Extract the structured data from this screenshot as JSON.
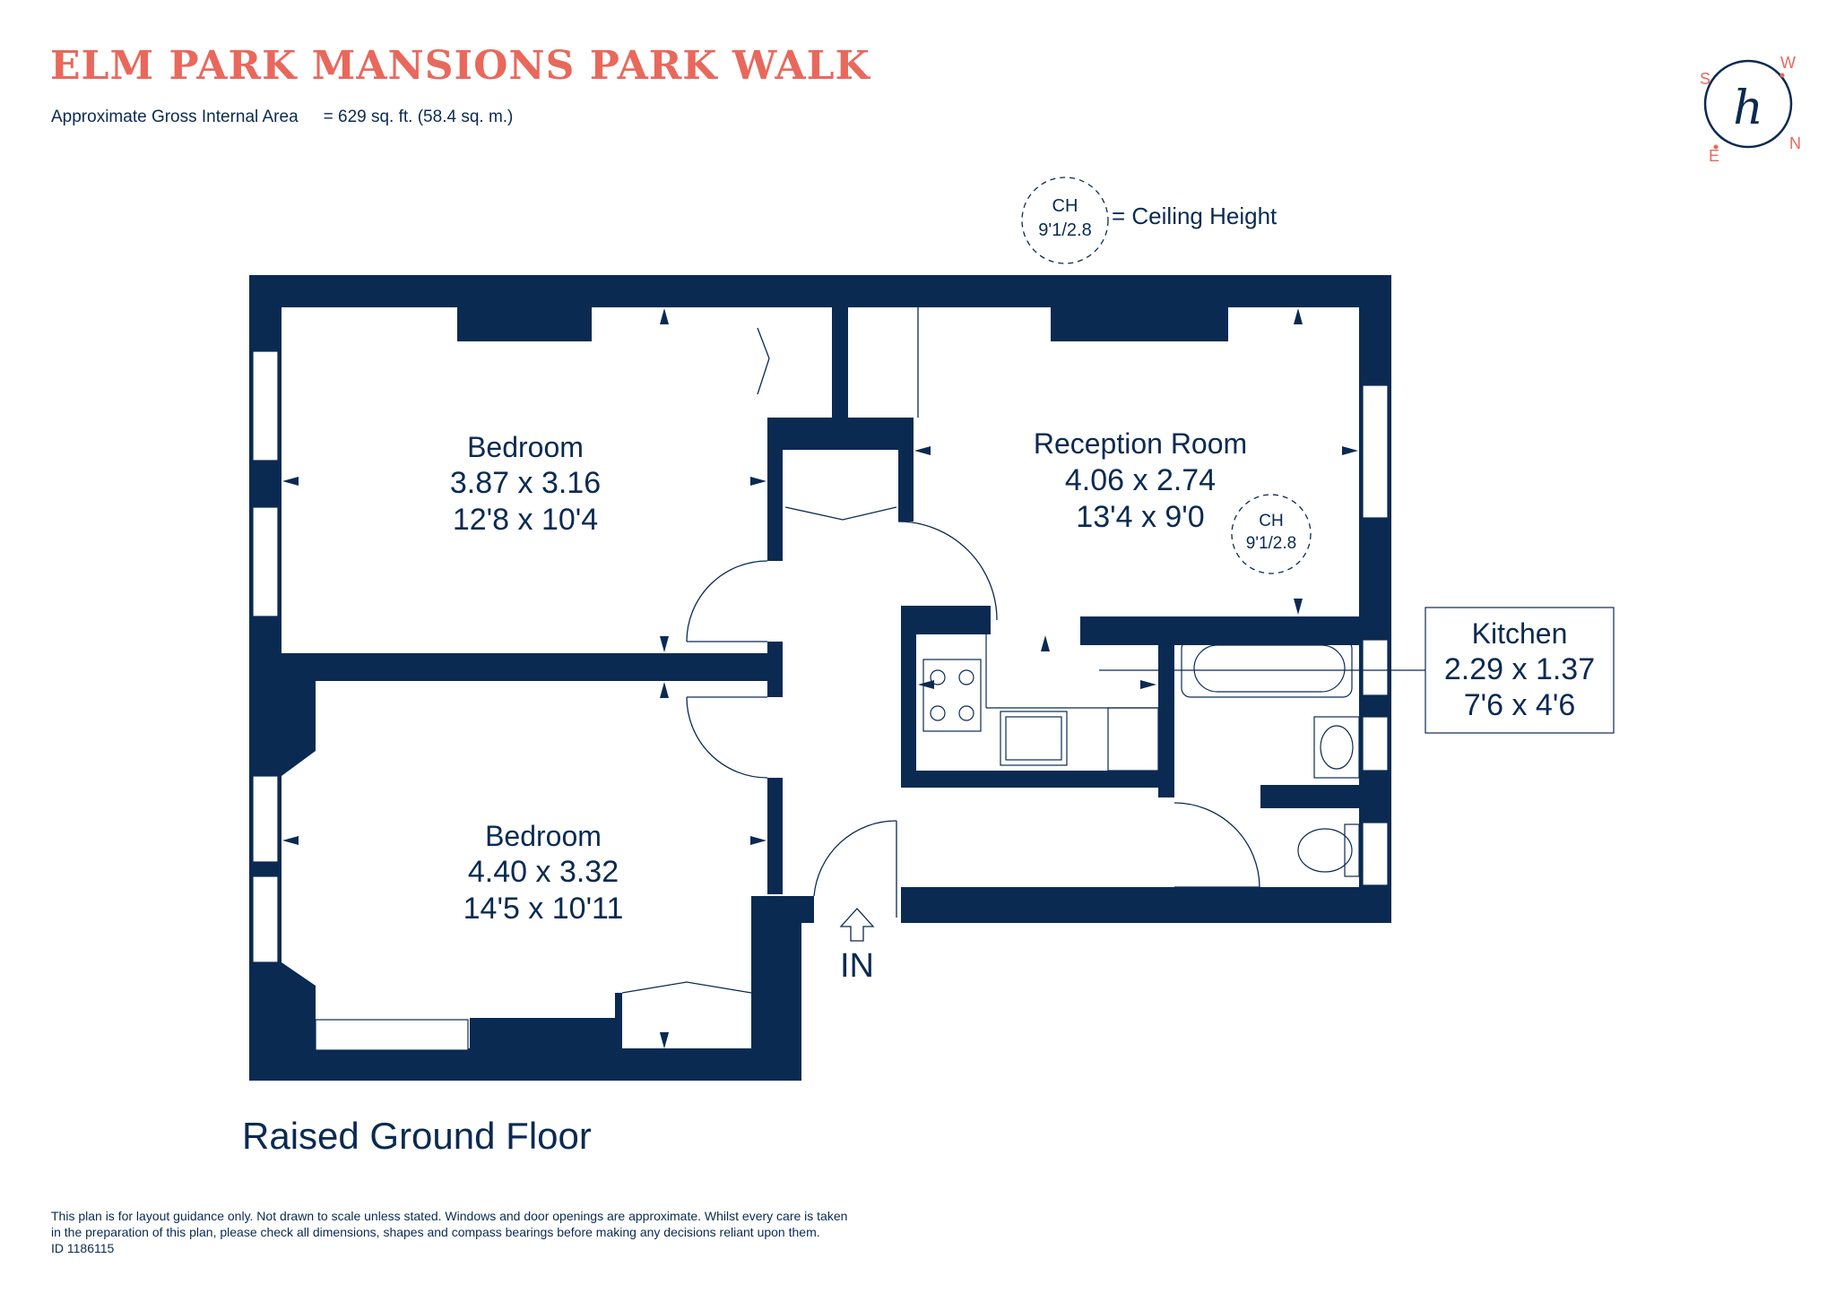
{
  "header": {
    "title": "ELM PARK MANSIONS PARK WALK",
    "area_label": "Approximate Gross Internal Area",
    "area_value": "= 629 sq. ft. (58.4 sq. m.)"
  },
  "compass": {
    "letters": [
      "S",
      "W",
      "E",
      "N"
    ],
    "logo_letter": "h",
    "accent_color": "#e9685c"
  },
  "legend": {
    "ch_label": "CH",
    "ch_value": "9'1/2.8",
    "ch_text": "= Ceiling Height"
  },
  "rooms": [
    {
      "name": "Bedroom",
      "metric": "3.87 x 3.16",
      "imperial": "12'8 x 10'4"
    },
    {
      "name": "Reception Room",
      "metric": "4.06 x 2.74",
      "imperial": "13'4 x 9'0"
    },
    {
      "name": "Bedroom",
      "metric": "4.40 x 3.32",
      "imperial": "14'5 x 10'11"
    },
    {
      "name": "Kitchen",
      "metric": "2.29 x 1.37",
      "imperial": "7'6 x 4'6"
    }
  ],
  "reception_ch": {
    "label": "CH",
    "value": "9'1/2.8"
  },
  "entrance_label": "IN",
  "floor_label": "Raised Ground Floor",
  "disclaimer": {
    "line1": "This plan is for layout guidance only. Not drawn to scale unless stated. Windows and door openings are approximate. Whilst every care is taken",
    "line2": "in the preparation of this plan, please check all dimensions, shapes and compass bearings before making any decisions reliant upon them.",
    "line3": "ID 1186115"
  },
  "colors": {
    "wall": "#0a2a52",
    "accent": "#e9685c",
    "background": "#ffffff"
  }
}
